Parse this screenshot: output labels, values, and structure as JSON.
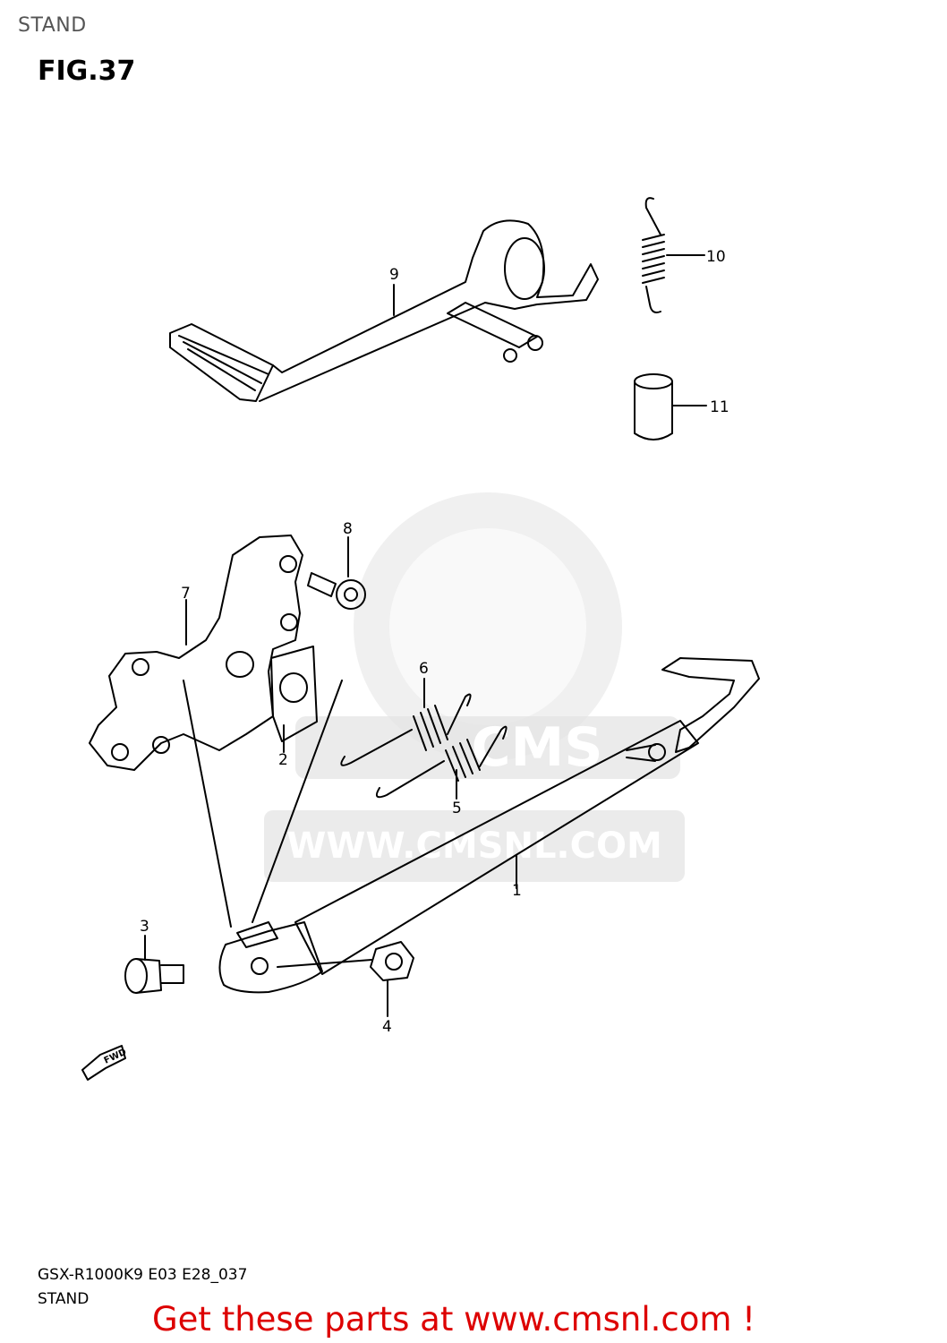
{
  "header": {
    "section": "STAND",
    "figure": "FIG.37"
  },
  "callouts": {
    "p1": "1",
    "p2": "2",
    "p3": "3",
    "p4": "4",
    "p5": "5",
    "p6": "6",
    "p7": "7",
    "p8": "8",
    "p9": "9",
    "p10": "10",
    "p11": "11"
  },
  "direction_arrow": {
    "label": "FWD"
  },
  "watermark": {
    "text": "WWW.CMSNL.COM",
    "logo": "CMS"
  },
  "footer": {
    "model_code": "GSX-R1000K9 E03 E28_037",
    "caption": "STAND",
    "promo": "Get these parts at www.cmsnl.com !"
  },
  "colors": {
    "promo": "#dd0000",
    "watermark": "#e3e3e3",
    "line": "#000000"
  }
}
